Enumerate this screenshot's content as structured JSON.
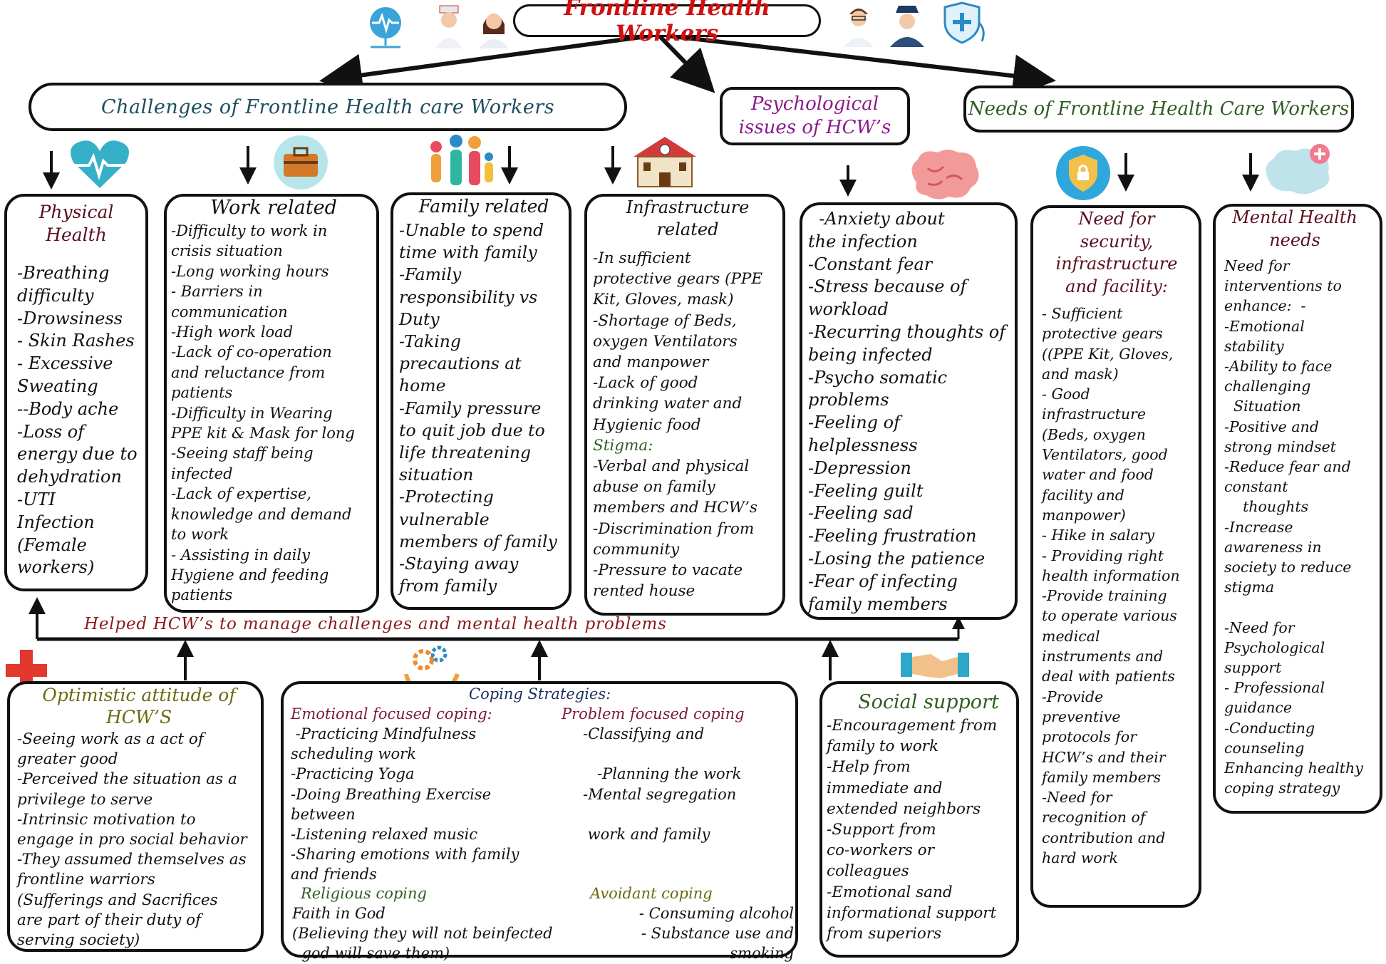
{
  "title": "Frontline Health Workers",
  "challenges_header": "Challenges of Frontline Health care Workers",
  "psych_header": "Psychological issues of HCW’s",
  "needs_header": "Needs of Frontline Health Care Workers",
  "helped_text": "Helped HCW’s to manage challenges and mental health problems",
  "physical": {
    "title": "Physical Health",
    "items": [
      "-Breathing",
      "difficulty",
      "-Drowsiness",
      "- Skin Rashes",
      "- Excessive",
      "Sweating",
      "--Body ache",
      "-Loss of",
      "energy due to",
      "dehydration",
      "-UTI",
      "Infection",
      "(Female",
      "workers)"
    ]
  },
  "work": {
    "title": "Work related",
    "items": [
      "-Difficulty to work in",
      "crisis situation",
      "-Long working hours",
      "- Barriers in",
      "communication",
      "-High work load",
      "-Lack of co-operation",
      "and reluctance from",
      "patients",
      "-Difficulty in Wearing",
      "PPE kit & Mask for long",
      "-Seeing staff being",
      "infected",
      "-Lack of expertise,",
      "knowledge and demand",
      "to work",
      "- Assisting in daily",
      "Hygiene and feeding",
      "patients"
    ]
  },
  "family": {
    "title": "Family related",
    "items": [
      "-Unable to spend",
      "time with family",
      "-Family",
      "responsibility vs",
      "Duty",
      "-Taking",
      "precautions at",
      "home",
      "-Family pressure",
      "to quit job due to",
      "life threatening",
      "situation",
      "-Protecting",
      "vulnerable",
      "members of family",
      "-Staying away",
      "from family"
    ]
  },
  "infra": {
    "title": "Infrastructure related",
    "items": [
      "-In sufficient",
      "protective gears (PPE",
      "Kit, Gloves, mask)",
      "-Shortage of Beds,",
      "oxygen Ventilators",
      "and manpower",
      "-Lack of good",
      "drinking water and",
      "Hygienic food"
    ],
    "stigma_label": "Stigma:",
    "stigma_items": [
      "-Verbal and physical",
      "abuse on family",
      "members and HCW’s",
      "-Discrimination from",
      "community",
      "-Pressure to vacate",
      "rented house"
    ]
  },
  "psych": {
    "items": [
      "  -Anxiety about",
      "the infection",
      "-Constant fear",
      "-Stress because of",
      "workload",
      "-Recurring thoughts of",
      "being infected",
      "-Psycho somatic",
      "problems",
      "-Feeling of",
      "helplessness",
      "-Depression",
      "-Feeling guilt",
      "-Feeling sad",
      "-Feeling frustration",
      "-Losing the patience",
      "-Fear of infecting",
      "family members"
    ]
  },
  "security": {
    "title": "Need for security, infrastructure and facility:",
    "items": [
      "- Sufficient",
      "protective gears",
      "((PPE Kit, Gloves,",
      "and mask)",
      "- Good",
      "infrastructure",
      "(Beds, oxygen",
      "Ventilators, good",
      "water and food",
      "facility and",
      "manpower)",
      "- Hike in salary",
      "- Providing right",
      "health information",
      "-Provide training",
      "to operate various",
      "medical",
      "instruments and",
      "deal with patients",
      "-Provide",
      "preventive",
      "protocols for",
      "HCW’s and their",
      "family members",
      "-Need for",
      "recognition of",
      "contribution and",
      "hard work"
    ]
  },
  "mental": {
    "title": "Mental Health needs",
    "items": [
      "Need for",
      "interventions to",
      "enhance:  -",
      "-Emotional",
      "stability",
      "-Ability to face",
      "challenging",
      "  Situation",
      "-Positive and",
      "strong mindset",
      "-Reduce fear and",
      "constant",
      "    thoughts",
      "-Increase",
      "awareness in",
      "society to reduce",
      "stigma",
      " ",
      "-Need for",
      "Psychological",
      "support",
      "- Professional",
      "guidance",
      "-Conducting",
      "counseling",
      "Enhancing healthy",
      "coping strategy"
    ]
  },
  "optimistic": {
    "title": "Optimistic attitude of HCW’S",
    "items": [
      "-Seeing work as a act of",
      "greater good",
      "-Perceived the situation as a",
      "privilege to serve",
      "-Intrinsic motivation to",
      "engage in pro social behavior",
      "-They assumed themselves as",
      "frontline warriors",
      "(Sufferings and Sacrifices",
      "are part of their duty of",
      "serving society)"
    ]
  },
  "coping": {
    "title": "Coping Strategies:",
    "emotional_label": "Emotional focused coping:",
    "problem_label": "Problem focused coping",
    "left_items": [
      " -Practicing Mindfulness",
      "scheduling work",
      "-Practicing Yoga",
      "-Doing Breathing Exercise",
      "between",
      "-Listening relaxed music",
      "-Sharing emotions with family",
      "and friends"
    ],
    "right_items": [
      "-Classifying and",
      " ",
      "   -Planning the work",
      "-Mental segregation",
      " ",
      " work and family"
    ],
    "religious_label": "Religious coping",
    "avoidant_label": "Avoidant coping",
    "religious_items": [
      "Faith in God",
      "(Believing they will not beinfected",
      "  god will save them)"
    ],
    "avoidant_items": [
      "- Consuming alcohol",
      "- Substance use and",
      "smoking"
    ]
  },
  "social": {
    "title": "Social support",
    "items": [
      "-Encouragement from",
      "family to work",
      "-Help from",
      "immediate and",
      "extended neighbors",
      "-Support from",
      "co-workers or",
      "colleagues",
      "-Emotional sand",
      "informational support",
      "from superiors"
    ]
  },
  "colors": {
    "maroon": "#5a1020",
    "green": "#2e5d22",
    "title_red": "#d01010",
    "teal": "#1d4d60",
    "purple": "#8b1a8b"
  }
}
